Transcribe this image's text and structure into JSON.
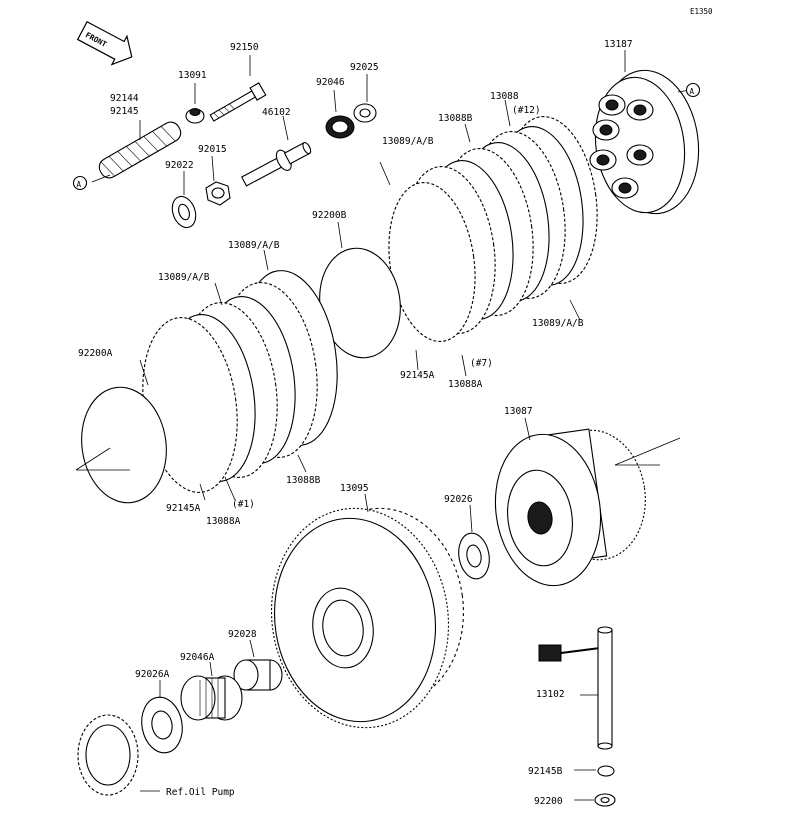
{
  "diagram_code": "E1350",
  "front_label": "FRONT",
  "ref_marker": "A",
  "labels": {
    "p92150": "92150",
    "p13091": "13091",
    "p92144": "92144",
    "p92145": "92145",
    "p92046": "92046",
    "p92025": "92025",
    "p46102": "46102",
    "p92015": "92015",
    "p92022": "92022",
    "p13187": "13187",
    "p13088": "13088",
    "p12": "(#12)",
    "p13088B_top": "13088B",
    "p13089AB_top": "13089/A/B",
    "p92200B": "92200B",
    "p13089AB_mid": "13089/A/B",
    "p13089AB_left": "13089/A/B",
    "p13089AB_right": "13089/A/B",
    "p92145A_mid": "92145A",
    "p7": "(#7)",
    "p13088A_mid": "13088A",
    "p92200A": "92200A",
    "p13088B_low": "13088B",
    "p92145A_low": "92145A",
    "p1": "(#1)",
    "p13088A_low": "13088A",
    "p13087": "13087",
    "p13095": "13095",
    "p92026": "92026",
    "p92028": "92028",
    "p92046A": "92046A",
    "p92026A": "92026A",
    "p13102": "13102",
    "p92145B": "92145B",
    "p92200": "92200",
    "ref_oil_pump": "Ref.Oil Pump"
  }
}
